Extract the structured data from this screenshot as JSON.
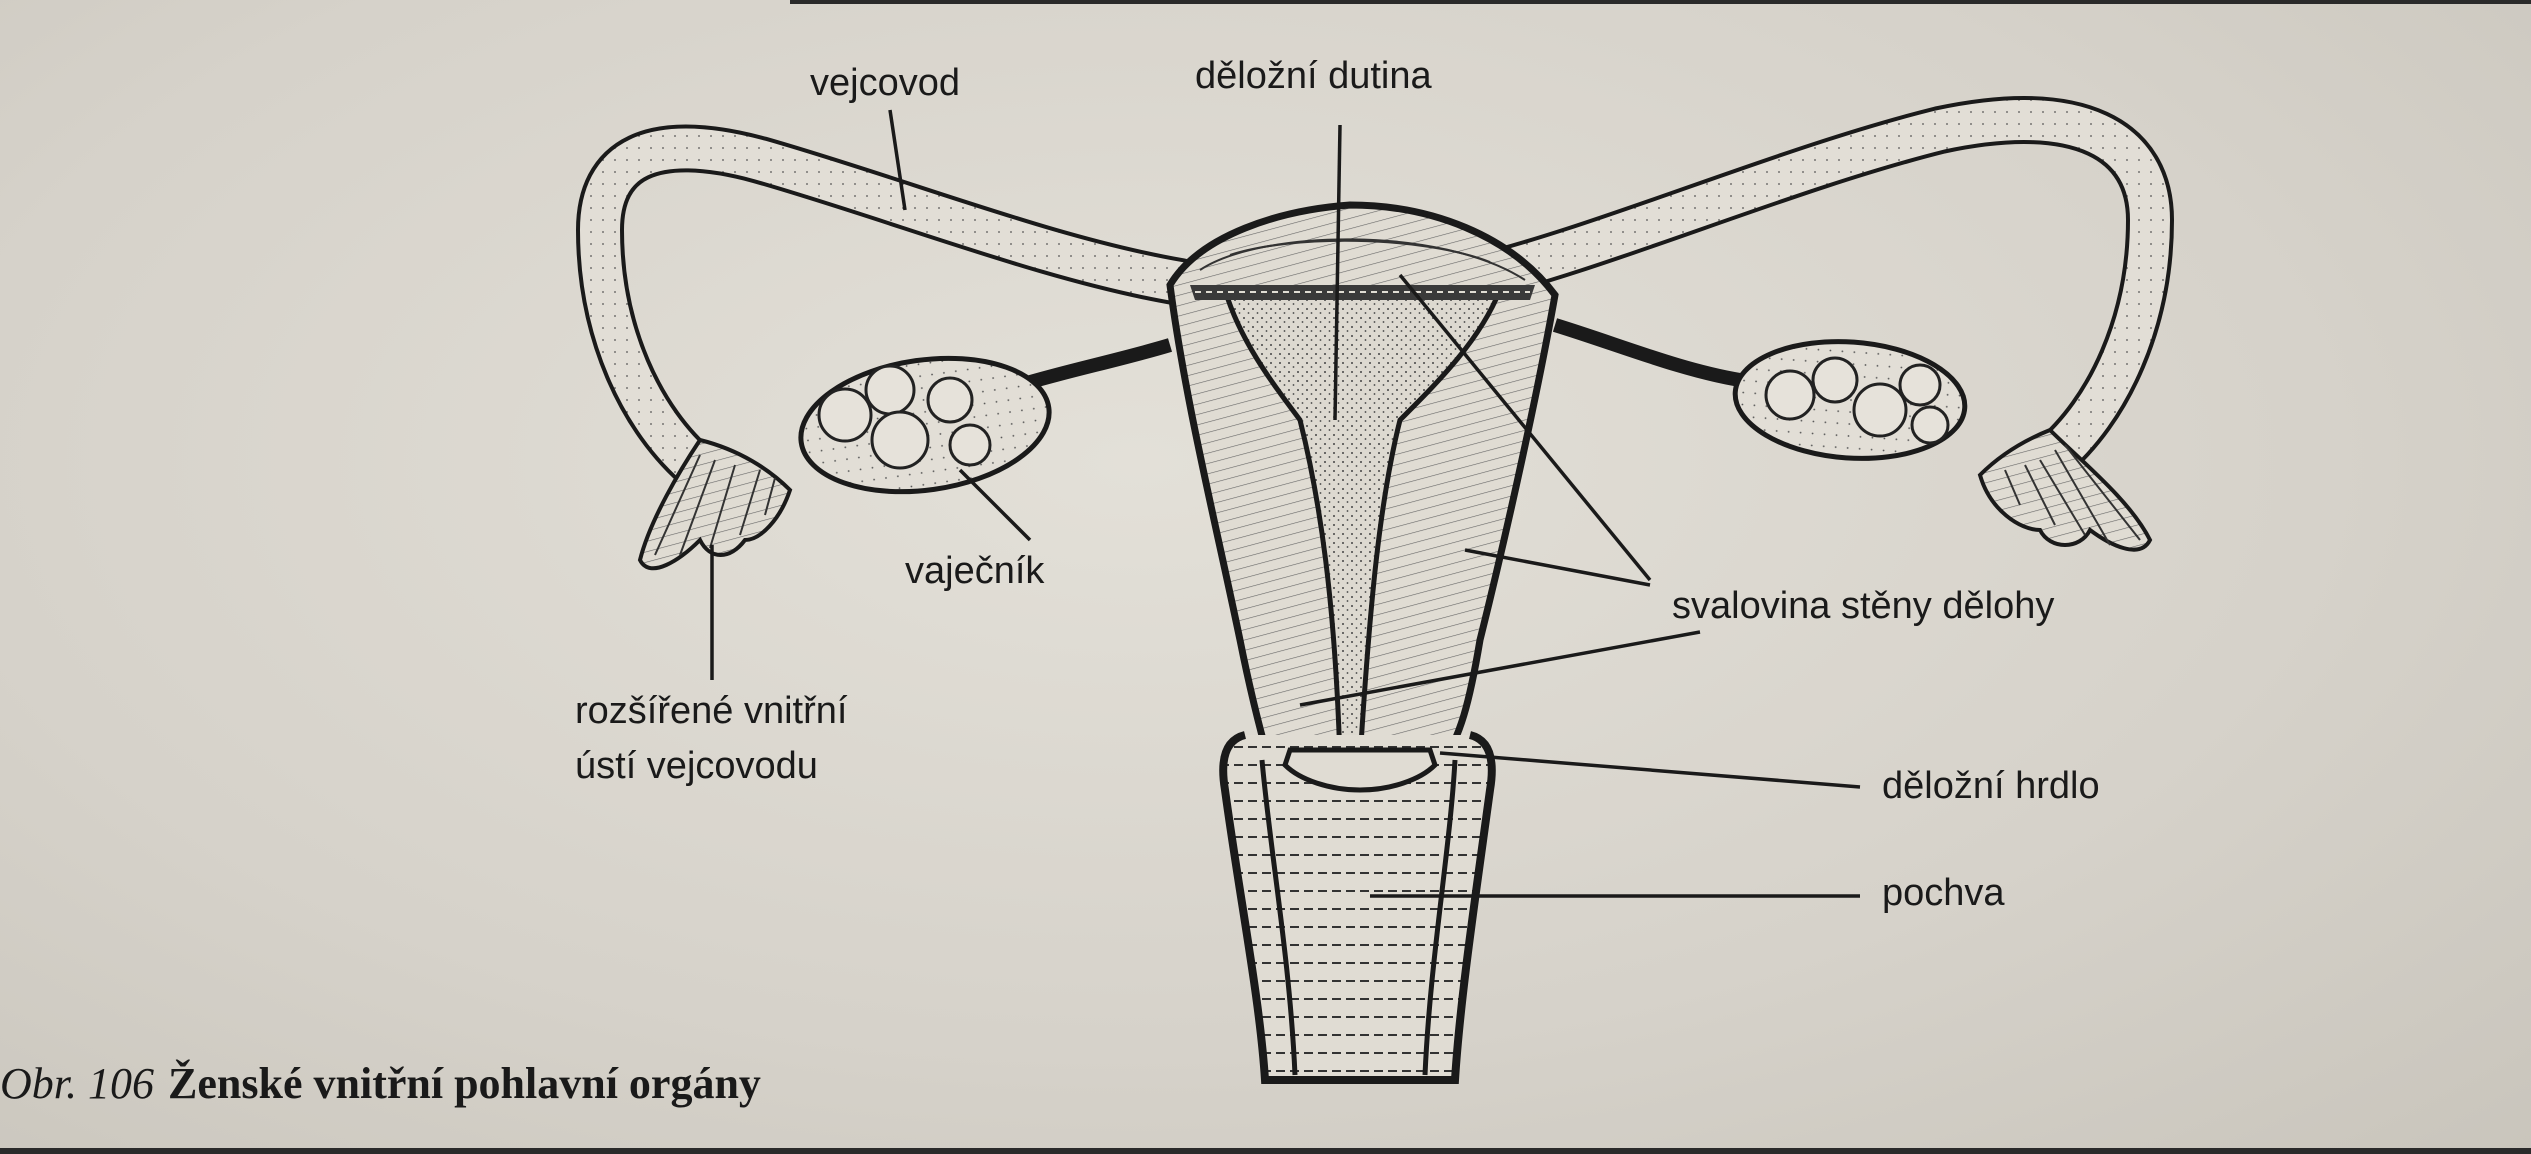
{
  "labels": {
    "fallopian_tube": "vejcovod",
    "uterine_cavity": "děložní dutina",
    "ovary": "vaječník",
    "fimbriae": [
      "rozšířené vnitřní",
      "ústí vejcovodu"
    ],
    "uterine_wall_muscle": "svalovina stěny dělohy",
    "cervix": "děložní hrdlo",
    "vagina": "pochva"
  },
  "caption": {
    "number": "Obr. 106",
    "title": "Ženské vnitřní pohlavní orgány"
  }
}
